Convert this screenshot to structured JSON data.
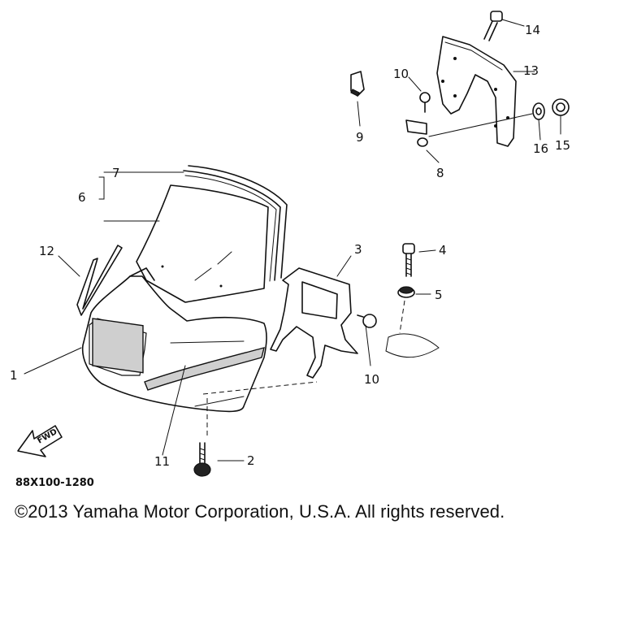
{
  "diagram": {
    "part_labels": [
      {
        "id": "1",
        "text": "1"
      },
      {
        "id": "2",
        "text": "2"
      },
      {
        "id": "3",
        "text": "3"
      },
      {
        "id": "4",
        "text": "4"
      },
      {
        "id": "5",
        "text": "5"
      },
      {
        "id": "6",
        "text": "6"
      },
      {
        "id": "7",
        "text": "7"
      },
      {
        "id": "8",
        "text": "8"
      },
      {
        "id": "9",
        "text": "9"
      },
      {
        "id": "10a",
        "text": "10"
      },
      {
        "id": "10b",
        "text": "10"
      },
      {
        "id": "11",
        "text": "11"
      },
      {
        "id": "12",
        "text": "12"
      },
      {
        "id": "13",
        "text": "13"
      },
      {
        "id": "14",
        "text": "14"
      },
      {
        "id": "15",
        "text": "15"
      },
      {
        "id": "16",
        "text": "16"
      }
    ],
    "fwd_label": "FWD",
    "diagram_code": "88X100-1280"
  },
  "footer": {
    "copyright": "©2013 Yamaha Motor Corporation, U.S.A. All rights reserved."
  }
}
